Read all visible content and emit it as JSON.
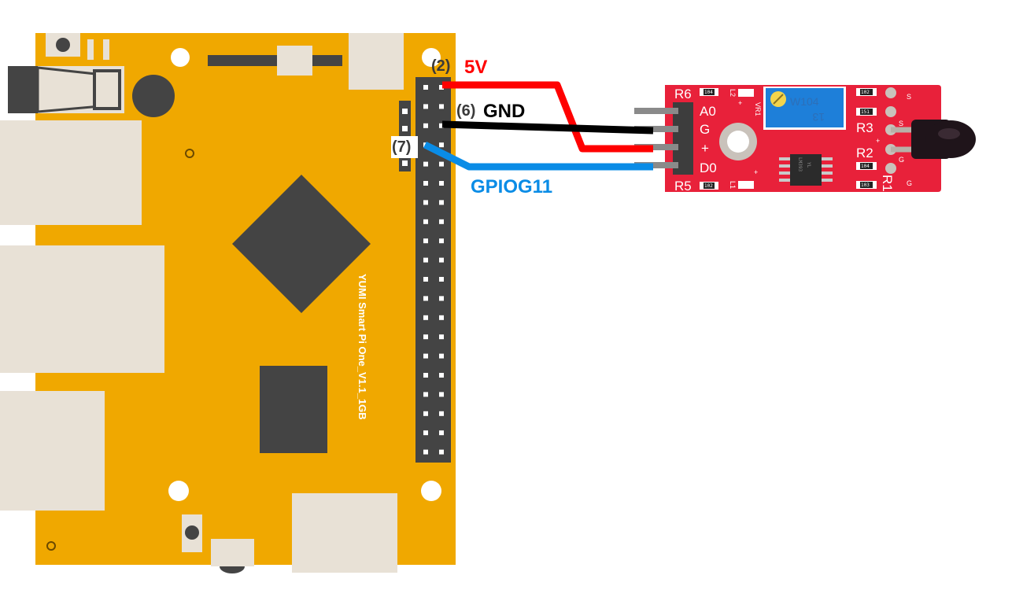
{
  "board": {
    "name": "YUMI Smart Pi One_V1.1_1GB",
    "color": "#F0A800"
  },
  "sensor": {
    "color": "#E8213A",
    "pin_labels": [
      "A0",
      "G",
      "+",
      "D0"
    ],
    "component_labels": {
      "r6": "R6",
      "r5": "R5",
      "r3": "R3",
      "r2": "R2",
      "r1": "R1",
      "l1": "L1",
      "l2": "L2",
      "vr1": "VR1"
    },
    "pot_label_top": "W104",
    "pot_label_bottom": "13",
    "smd_labels": {
      "r6": "104",
      "r5": "102",
      "rt1": "102",
      "rt2": "151",
      "rt3": "104",
      "rt4": "103"
    },
    "chip_label_1": "LM393",
    "chip_label_2": "YL",
    "side_marks": {
      "s1": "S",
      "s2": "S",
      "g1": "G",
      "g2": "G",
      "plus1": "+",
      "plus2": "+",
      "plus3": "+"
    }
  },
  "connections": [
    {
      "pin_number": "(2)",
      "label": "5V",
      "color": "#FF0000"
    },
    {
      "pin_number": "(6)",
      "label": "GND",
      "color": "#000000"
    },
    {
      "pin_number": "(7)",
      "label": "GPIOG11",
      "color": "#0A8CE6"
    }
  ]
}
